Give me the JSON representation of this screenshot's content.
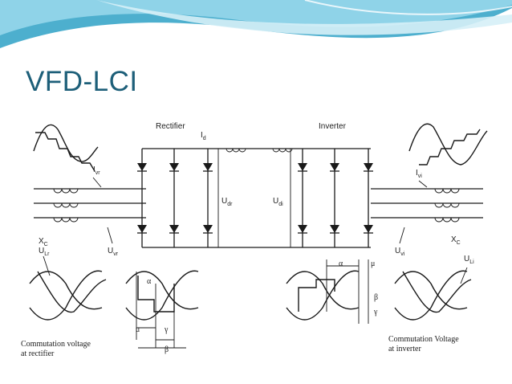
{
  "slide": {
    "title": "VFD-LCI",
    "accent_color": "#1d5f79",
    "banner_colors": [
      "#3aa6c9",
      "#8fd3e8",
      "#d6f0f7"
    ]
  },
  "diagram": {
    "rectifier_label": "Rectifier",
    "inverter_label": "Inverter",
    "dc_current_label": "I",
    "dc_current_sub": "d",
    "udr_label": "U",
    "udr_sub": "dr",
    "udi_label": "U",
    "udi_sub": "di",
    "ivr_label": "I",
    "ivr_sub": "vr",
    "ivi_label": "I",
    "ivi_sub": "vi",
    "xc_left_label": "X",
    "xc_left_sub": "C",
    "xc_right_label": "X",
    "xc_right_sub": "C",
    "ulr_label": "U",
    "ulr_sub": "Lr",
    "uvr_label": "U",
    "uvr_sub": "vr",
    "uvi_label": "U",
    "uvi_sub": "vi",
    "uli_label": "U",
    "uli_sub": "Li",
    "alpha_left": "α",
    "gamma_left": "γ",
    "u_left": "u",
    "beta_left": "β",
    "alpha_right": "α",
    "mu_right": "μ",
    "beta_right": "β",
    "gamma_right": "γ",
    "caption_left_line1": "Commutation voltage",
    "caption_left_line2": "at rectifier",
    "caption_right_line1": "Commutation Voltage",
    "caption_right_line2": "at inverter"
  }
}
